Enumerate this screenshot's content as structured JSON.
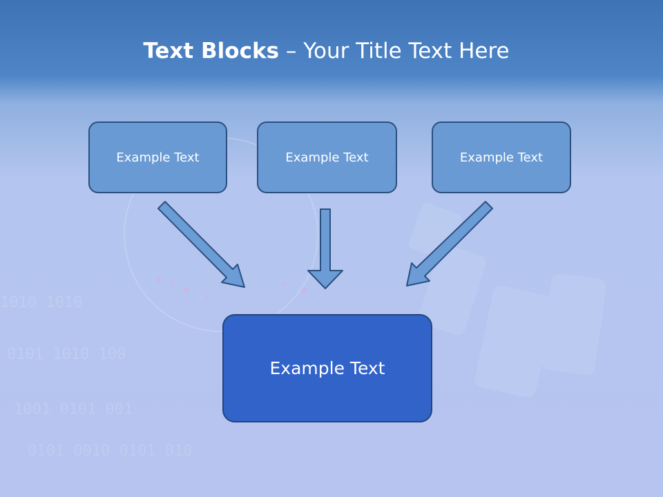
{
  "slide": {
    "title_bold": "Text Blocks",
    "title_dash": " – ",
    "title_rest": "Your Title Text Here"
  },
  "blocks": {
    "left": "Example Text",
    "middle": "Example Text",
    "right": "Example Text",
    "bottom": "Example Text"
  },
  "colors": {
    "small_block_fill": "#6a9ad4",
    "big_block_fill": "#3263c9",
    "border": "#2b4f7e",
    "arrow": "#6b9cd6"
  }
}
